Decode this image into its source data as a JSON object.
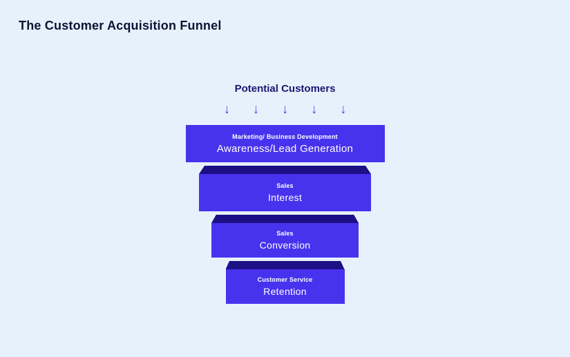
{
  "page": {
    "title": "The Customer Acquisition Funnel",
    "background_color": "#e7f1fb"
  },
  "funnel": {
    "header": "Potential Customers",
    "arrow_glyph": "↓",
    "arrow_count": 5,
    "colors": {
      "stage_fill": "#4733ee",
      "stage_top_face": "#1d0f85",
      "stage_text": "#ffffff",
      "title_text": "#0d1335",
      "header_text": "#1c1670",
      "arrow": "#5c3df2"
    },
    "stages": [
      {
        "department": "Marketing/ Business Development",
        "label": "Awareness/Lead Generation"
      },
      {
        "department": "Sales",
        "label": "Interest"
      },
      {
        "department": "Sales",
        "label": "Conversion"
      },
      {
        "department": "Customer Service",
        "label": "Retention"
      }
    ]
  }
}
